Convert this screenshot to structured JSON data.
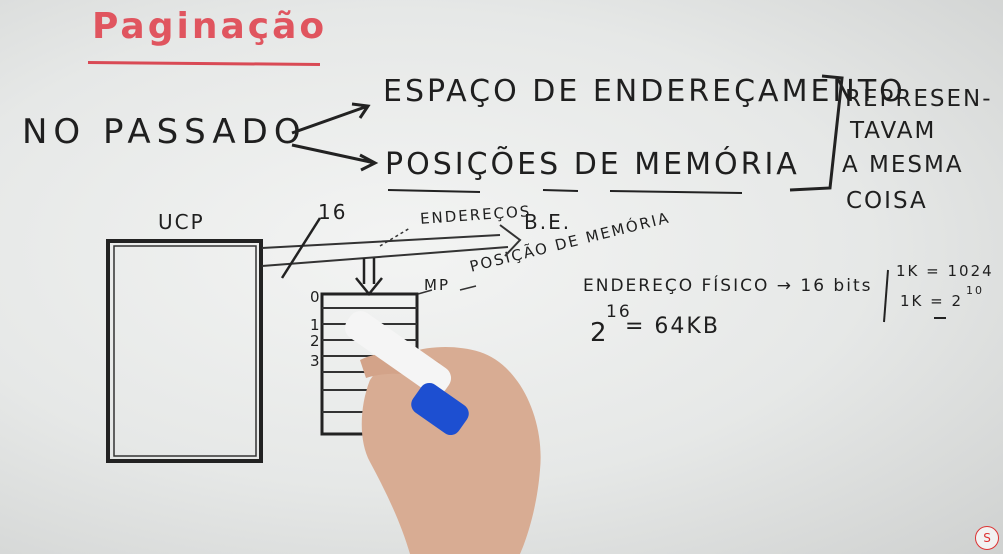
{
  "whiteboard": {
    "title": "Paginação",
    "line_past": "NO PASSADO",
    "line_address_space": "ESPAÇO DE ENDEREÇAMENTO",
    "line_memory_positions": "POSIÇÕES DE MEMÓRIA",
    "represent": [
      "REPRESEN-",
      "TAVAM",
      "A MESMA",
      "COISA"
    ],
    "label_ucp": "UCP",
    "label_16": "16",
    "label_enderecos": "ENDEREÇOS",
    "label_be": "B.E.",
    "label_mp": "MP",
    "label_posicao": "POSIÇÃO DE MEMÓRIA",
    "memory_indexes": [
      "0",
      "1",
      "2",
      "3"
    ],
    "physical_address": "ENDEREÇO FÍSICO → 16 bits",
    "power_base": "2",
    "power_exp": "16",
    "power_result": "= 64KB",
    "k_def1": "1K = 1024",
    "k_def2_base": "1K = 2",
    "k_def2_exp": "10"
  },
  "colors": {
    "title_ink": "#e0555f",
    "ink": "#1f1f1f",
    "marker_blue": "#1d4fd1",
    "marker_body": "#f4f4f4",
    "skin": "#d9ad95"
  }
}
